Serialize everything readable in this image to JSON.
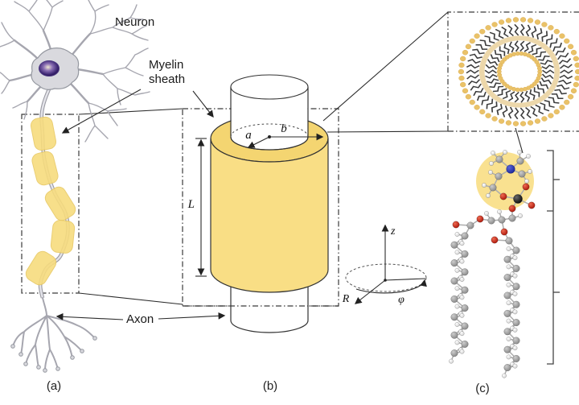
{
  "figure": {
    "description": "Myelin sheath structure: neuron, cylindrical myelin model, lipid bilayer cross-section and phospholipid molecule",
    "panel_a": "(a)",
    "panel_b": "(b)",
    "panel_c": "(c)"
  },
  "labels": {
    "neuron": "Neuron",
    "myelin_line1": "Myelin",
    "myelin_line2": "sheath",
    "axon": "Axon"
  },
  "symbols": {
    "inner_radius": "a",
    "outer_radius": "b",
    "length": "L",
    "axis_z": "z",
    "axis_R": "R",
    "axis_phi": "φ"
  },
  "parts": {
    "panel_a": "neuron with myelinated axon",
    "panel_b": "myelin sheath cylinder model with axon core",
    "panel_c": "lipid bilayer ring cross-section and phospholipid molecule"
  },
  "colors": {
    "myelin_body": "#F9DE85",
    "myelin_top": "#F4D571",
    "myelin_segment": "#F7DC7E",
    "segment_edge": "#E8C964",
    "lipid_head": "#EAC268",
    "lipid_band": "#EBD5A5",
    "lipid_tail": "#3C3C3C",
    "highlight": "#F8DC7D",
    "neuron_gray": "#D9D9DE",
    "neuron_edge": "#9598A0",
    "nucleus_dark": "#241242",
    "nucleus_mid": "#6a4a9a",
    "nucleus_light": "#efe8d2",
    "atom_C": "#9c9c9c",
    "atom_H": "#ececec",
    "atom_O": "#cc2a1e",
    "atom_N": "#2b35b8",
    "atom_P": "#151515",
    "line": "#2b2b2b"
  }
}
